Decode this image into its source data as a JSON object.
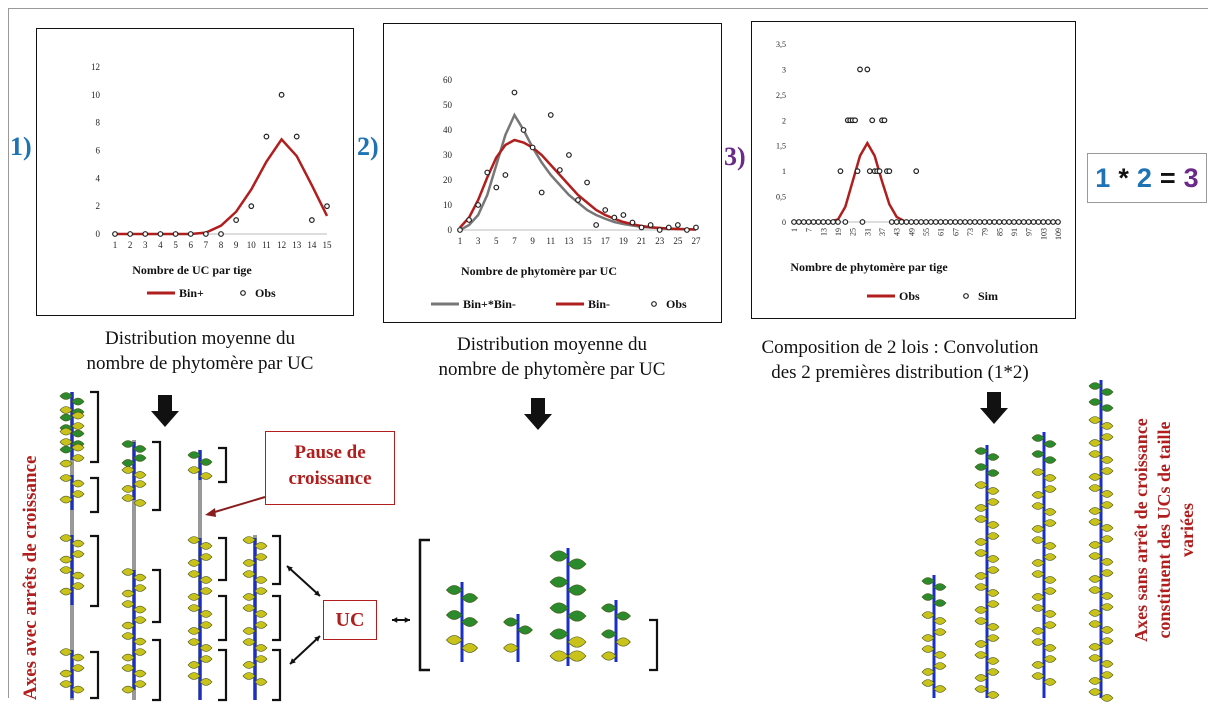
{
  "panels": [
    {
      "number": "1)",
      "number_color": "#1e73b4",
      "caption": [
        "Distribution moyenne du",
        "nombre de phytomère par UC"
      ]
    },
    {
      "number": "2)",
      "number_color": "#1e73b4",
      "caption": [
        "Distribution moyenne du",
        "nombre de phytomère par UC"
      ]
    },
    {
      "number": "3)",
      "number_color": "#6a2a8a",
      "caption": [
        "Composition de 2 lois : Convolution",
        "des 2 premières distribution (1*2)"
      ]
    }
  ],
  "formula": {
    "a": "1",
    "op": "*",
    "b": "2",
    "eq": "=",
    "c": "3"
  },
  "labels": {
    "left_vertical": "Axes avec arrêts de croissance",
    "right_vertical": [
      "Axes sans arrêt de croissance",
      "constituent des UCs de taille",
      "variées"
    ],
    "pause": [
      "Pause de",
      "croissance"
    ],
    "uc": "UC"
  },
  "colors": {
    "red_line": "#b01e1e",
    "gray_line": "#777777",
    "blue_num": "#1e73b4",
    "purple_num": "#6a2a8a",
    "stem": "#1a2fc9",
    "leaf_green": "#2b8a2b",
    "leaf_olive": "#c9c21a"
  },
  "chart_data": [
    {
      "type": "line",
      "xlabel": "Nombre de UC par tige",
      "x": [
        1,
        2,
        3,
        4,
        5,
        6,
        7,
        8,
        9,
        10,
        11,
        12,
        13,
        14,
        15
      ],
      "ylim": [
        0,
        12
      ],
      "yticks": [
        "0",
        "2",
        "4",
        "6",
        "8",
        "10",
        "12"
      ],
      "series": [
        {
          "name": "Bin+",
          "style": "line",
          "values": [
            0,
            0,
            0,
            0,
            0,
            0,
            0.1,
            0.6,
            1.6,
            3.2,
            5.2,
            6.8,
            5.6,
            3.5,
            1.3
          ]
        },
        {
          "name": "Obs",
          "style": "markers",
          "values": [
            0,
            0,
            0,
            0,
            0,
            0,
            0,
            0,
            1,
            2,
            7,
            10,
            7,
            1,
            2
          ]
        }
      ]
    },
    {
      "type": "line",
      "xlabel": "Nombre de phytomère par UC",
      "xticks": [
        "1",
        "3",
        "5",
        "7",
        "9",
        "11",
        "13",
        "15",
        "17",
        "19",
        "21",
        "23",
        "25",
        "27"
      ],
      "ylim": [
        0,
        60
      ],
      "yticks": [
        "0",
        "10",
        "20",
        "30",
        "40",
        "50",
        "60"
      ],
      "series": [
        {
          "name": "Bin+*Bin-",
          "style": "line",
          "x": [
            1,
            2,
            3,
            4,
            5,
            6,
            7,
            8,
            9,
            10,
            11,
            12,
            13,
            14,
            15,
            16,
            17,
            18,
            19,
            20,
            21,
            22,
            23,
            24,
            25,
            26,
            27
          ],
          "values": [
            0,
            2,
            6,
            14,
            26,
            38,
            46,
            40,
            33,
            27,
            22,
            18,
            14,
            11,
            8,
            6,
            4.5,
            3.2,
            2.4,
            1.8,
            1.3,
            1,
            0.8,
            0.6,
            0.4,
            0.3,
            0.2
          ]
        },
        {
          "name": "Bin-",
          "style": "line",
          "x": [
            1,
            2,
            3,
            4,
            5,
            6,
            7,
            8,
            9,
            10,
            11,
            12,
            13,
            14,
            15,
            16,
            17,
            18,
            19,
            20,
            21,
            22,
            23,
            24,
            25,
            26,
            27
          ],
          "values": [
            1,
            5,
            12,
            21,
            29,
            34,
            36,
            35,
            33,
            30,
            26,
            22,
            18,
            14,
            11,
            8,
            6,
            4.5,
            3.2,
            2.3,
            1.6,
            1.1,
            0.8,
            0.5,
            0.4,
            0.3,
            0.2
          ]
        },
        {
          "name": "Obs",
          "style": "markers",
          "x": [
            1,
            2,
            3,
            4,
            5,
            6,
            7,
            8,
            9,
            10,
            11,
            12,
            13,
            14,
            15,
            16,
            17,
            18,
            19,
            20,
            21,
            22,
            23,
            24,
            25,
            26,
            27
          ],
          "values": [
            0,
            4,
            10,
            23,
            17,
            22,
            55,
            40,
            33,
            15,
            46,
            24,
            30,
            12,
            19,
            2,
            8,
            5,
            6,
            3,
            1,
            2,
            0,
            1,
            2,
            0,
            1
          ]
        }
      ]
    },
    {
      "type": "line",
      "xlabel": "Nombre de phytomère par tige",
      "xticks": [
        "1",
        "7",
        "13",
        "19",
        "25",
        "31",
        "37",
        "43",
        "49",
        "55",
        "61",
        "67",
        "73",
        "79",
        "85",
        "91",
        "97",
        "103",
        "109"
      ],
      "ylim": [
        0,
        3.5
      ],
      "yticks": [
        "0",
        "0,5",
        "1",
        "1,5",
        "2",
        "2,5",
        "3",
        "3,5"
      ],
      "series": [
        {
          "name": "Obs",
          "style": "line",
          "x": [
            1,
            10,
            15,
            19,
            22,
            25,
            28,
            31,
            34,
            37,
            40,
            43,
            46,
            49,
            55,
            109
          ],
          "values": [
            0,
            0,
            0,
            0.05,
            0.3,
            0.8,
            1.3,
            1.55,
            1.3,
            0.8,
            0.35,
            0.1,
            0.02,
            0,
            0,
            0
          ]
        },
        {
          "name": "Sim",
          "style": "markers",
          "points": [
            [
              1,
              0
            ],
            [
              3,
              0
            ],
            [
              5,
              0
            ],
            [
              7,
              0
            ],
            [
              9,
              0
            ],
            [
              11,
              0
            ],
            [
              13,
              0
            ],
            [
              15,
              0
            ],
            [
              17,
              0
            ],
            [
              19,
              0
            ],
            [
              20,
              1
            ],
            [
              22,
              0
            ],
            [
              23,
              2
            ],
            [
              24,
              2
            ],
            [
              25,
              2
            ],
            [
              26,
              2
            ],
            [
              27,
              1
            ],
            [
              28,
              3
            ],
            [
              29,
              0
            ],
            [
              31,
              3
            ],
            [
              32,
              1
            ],
            [
              33,
              2
            ],
            [
              34,
              1
            ],
            [
              35,
              1
            ],
            [
              36,
              1
            ],
            [
              37,
              2
            ],
            [
              38,
              2
            ],
            [
              39,
              1
            ],
            [
              40,
              1
            ],
            [
              41,
              0
            ],
            [
              43,
              0
            ],
            [
              45,
              0
            ],
            [
              47,
              0
            ],
            [
              51,
              1
            ],
            [
              49,
              0
            ],
            [
              51,
              0
            ],
            [
              53,
              0
            ],
            [
              55,
              0
            ],
            [
              57,
              0
            ],
            [
              59,
              0
            ],
            [
              61,
              0
            ],
            [
              63,
              0
            ],
            [
              65,
              0
            ],
            [
              67,
              0
            ],
            [
              69,
              0
            ],
            [
              71,
              0
            ],
            [
              73,
              0
            ],
            [
              75,
              0
            ],
            [
              77,
              0
            ],
            [
              79,
              0
            ],
            [
              81,
              0
            ],
            [
              83,
              0
            ],
            [
              85,
              0
            ],
            [
              87,
              0
            ],
            [
              89,
              0
            ],
            [
              91,
              0
            ],
            [
              93,
              0
            ],
            [
              95,
              0
            ],
            [
              97,
              0
            ],
            [
              99,
              0
            ],
            [
              101,
              0
            ],
            [
              103,
              0
            ],
            [
              105,
              0
            ],
            [
              107,
              0
            ],
            [
              109,
              0
            ]
          ]
        }
      ]
    }
  ]
}
